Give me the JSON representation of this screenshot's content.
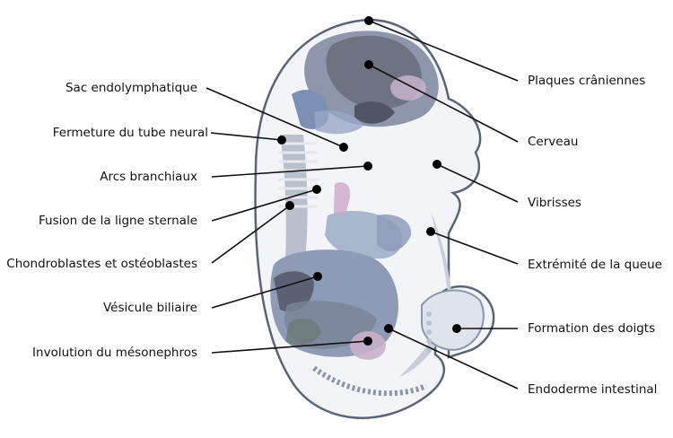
{
  "labels_left": [
    "Sac endolymphatique",
    "Fermeture du tube neural",
    "Arcs branchiaux",
    "Fusion de la ligne sternale",
    "Chondroblastes et ostéoblastes",
    "Vésicule biliaire",
    "Involution du mésonephros"
  ],
  "labels_right": [
    "Plaques crâniennes",
    "Cerveau",
    "Vibrisses",
    "Extrémité de la queue",
    "Formation des doigts",
    "Endoderme intestinal"
  ]
}
